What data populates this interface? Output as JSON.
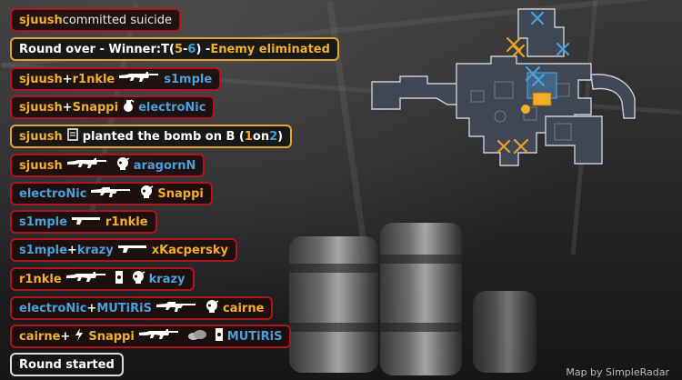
{
  "killfeed": [
    {
      "type": "kill",
      "parts": [
        {
          "text": "sjuush",
          "team": "t"
        },
        {
          "text": " committed suicide",
          "team": "n"
        }
      ]
    },
    {
      "type": "round_over",
      "parts": [
        {
          "text": "Round over - Winner: ",
          "team": "w"
        },
        {
          "text": "T",
          "team": "w"
        },
        {
          "text": " (",
          "team": "w"
        },
        {
          "text": "5",
          "team": "t"
        },
        {
          "text": " - ",
          "team": "w"
        },
        {
          "text": "6",
          "team": "ct"
        },
        {
          "text": ") - ",
          "team": "w"
        },
        {
          "text": "Enemy eliminated",
          "team": "t"
        }
      ]
    },
    {
      "type": "kill",
      "attacker": "sjuush",
      "attacker_team": "t",
      "assister": "r1nkle",
      "assister_team": "t",
      "weapon": "ak47-icon",
      "victim": "s1mple",
      "victim_team": "ct"
    },
    {
      "type": "kill",
      "attacker": "sjuush",
      "attacker_team": "t",
      "assister": "Snappi",
      "assister_team": "t",
      "weapon": "grenade-icon",
      "victim": "electroNic",
      "victim_team": "ct"
    },
    {
      "type": "plant",
      "parts": [
        {
          "text": "sjuush",
          "team": "t"
        },
        {
          "icon": "bomb-icon"
        },
        {
          "text": " planted the bomb on B (",
          "team": "w"
        },
        {
          "text": "1",
          "team": "t"
        },
        {
          "text": "on",
          "team": "w"
        },
        {
          "text": "2",
          "team": "ct"
        },
        {
          "text": ")",
          "team": "w"
        }
      ]
    },
    {
      "type": "kill",
      "attacker": "sjuush",
      "attacker_team": "t",
      "weapon": "ak47-icon",
      "modifiers": [
        "headshot-icon"
      ],
      "victim": "aragornN",
      "victim_team": "ct"
    },
    {
      "type": "kill",
      "attacker": "electroNic",
      "attacker_team": "ct",
      "weapon": "m4a4-icon",
      "modifiers": [
        "headshot-icon"
      ],
      "victim": "Snappi",
      "victim_team": "t"
    },
    {
      "type": "kill",
      "attacker": "s1mple",
      "attacker_team": "ct",
      "weapon": "deagle-icon",
      "victim": "r1nkle",
      "victim_team": "t"
    },
    {
      "type": "kill",
      "attacker": "s1mple",
      "attacker_team": "ct",
      "assister": "krazy",
      "assister_team": "ct",
      "weapon": "deagle-icon",
      "victim": "xKacpersky",
      "victim_team": "t"
    },
    {
      "type": "kill",
      "attacker": "r1nkle",
      "attacker_team": "t",
      "weapon": "ak47-icon",
      "modifiers": [
        "wallbang-icon",
        "headshot-icon"
      ],
      "victim": "krazy",
      "victim_team": "ct"
    },
    {
      "type": "kill",
      "attacker": "electroNic",
      "attacker_team": "ct",
      "assister": "MUTiRiS",
      "assister_team": "ct",
      "weapon": "m4a4-icon",
      "modifiers": [
        "headshot-icon"
      ],
      "victim": "cairne",
      "victim_team": "t"
    },
    {
      "type": "kill",
      "attacker": "cairne",
      "attacker_team": "t",
      "assister": "Snappi",
      "assister_team": "t",
      "assist_flash": true,
      "weapon": "ak47-icon",
      "modifiers": [
        "smoke-icon",
        "wallbang-icon"
      ],
      "victim": "MUTiRiS",
      "victim_team": "ct"
    },
    {
      "type": "round_start",
      "parts": [
        {
          "text": "Round started",
          "team": "w"
        }
      ]
    }
  ],
  "map_credit": "Map by SimpleRadar",
  "colors": {
    "t": "#f0b02c",
    "ct": "#4aa0d9",
    "kill_border": "#b1141a",
    "info_border": "#e4a52b",
    "plain_border": "#dcdcdc"
  }
}
